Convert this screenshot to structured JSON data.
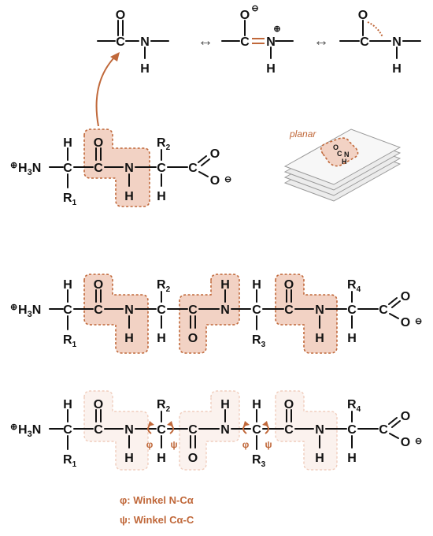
{
  "resonance": {
    "o": "O",
    "c": "C",
    "n": "N",
    "h": "H",
    "minus": "⊖",
    "plus": "⊕",
    "arrow": "↔"
  },
  "planar_label": "planar",
  "plane_atoms": {
    "o": "O",
    "c": "C",
    "n": "N",
    "h": "H"
  },
  "dipeptide": {
    "nh3_prefix": "⊕",
    "nh3": "H3N",
    "h": "H",
    "c": "C",
    "o": "O",
    "n": "N",
    "r1": "R1",
    "r2": "R2",
    "coo_o": "O",
    "coo_minus": "⊖"
  },
  "tetrapeptide": {
    "r1": "R1",
    "r2": "R2",
    "r3": "R3",
    "r4": "R4"
  },
  "angles": {
    "phi_symbol": "φ",
    "psi_symbol": "ψ",
    "legend": [
      {
        "label": "φ: Winkel N-Cα"
      },
      {
        "label": "ψ: Winkel Cα-C"
      }
    ]
  }
}
